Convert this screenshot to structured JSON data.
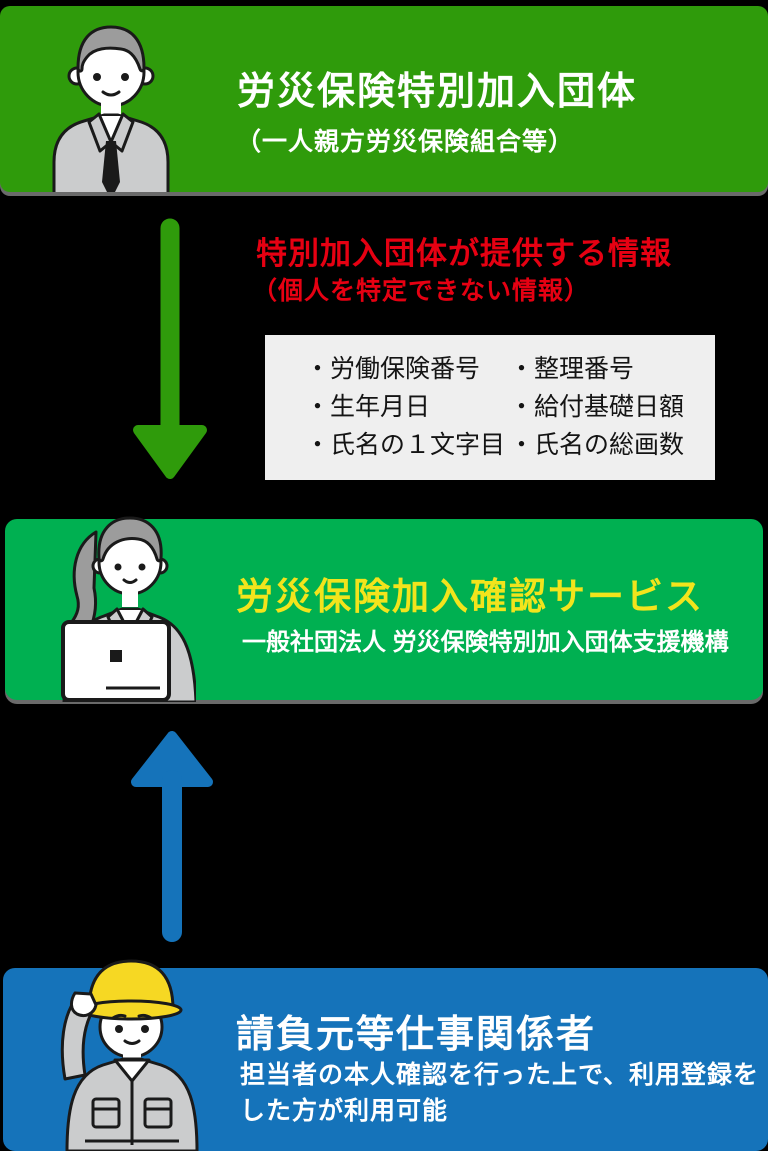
{
  "colors": {
    "background": "#000000",
    "top_box_green": "#2F9B0B",
    "service_box_green": "#00B051",
    "bottom_box_blue": "#1573BA",
    "down_arrow_green": "#2F9B0B",
    "up_arrow_blue": "#1573BA",
    "heading_red": "#E60012",
    "service_title_yellow": "#F2E41C",
    "info_box_bg": "#EFEFEF"
  },
  "top_box": {
    "title": "労災保険特別加入団体",
    "subtitle": "（一人親方労災保険組合等）",
    "illustration": "businessman-icon"
  },
  "provided_info": {
    "heading": "特別加入団体が提供する情報",
    "subheading": "（個人を特定できない情報）",
    "items_left": [
      "・労働保険番号",
      "・生年月日",
      "・氏名の１文字目"
    ],
    "items_right": [
      "・整理番号",
      "・給付基礎日額",
      "・氏名の総画数"
    ]
  },
  "service_box": {
    "title": "労災保険加入確認サービス",
    "subtitle": "一般社団法人 労災保険特別加入団体支援機構",
    "illustration": "office-worker-laptop-icon"
  },
  "bottom_box": {
    "title": "請負元等仕事関係者",
    "body_lines": [
      "担当者の本人確認を行った上で、利用登録を",
      "した方が利用可能"
    ],
    "illustration": "construction-worker-icon"
  }
}
